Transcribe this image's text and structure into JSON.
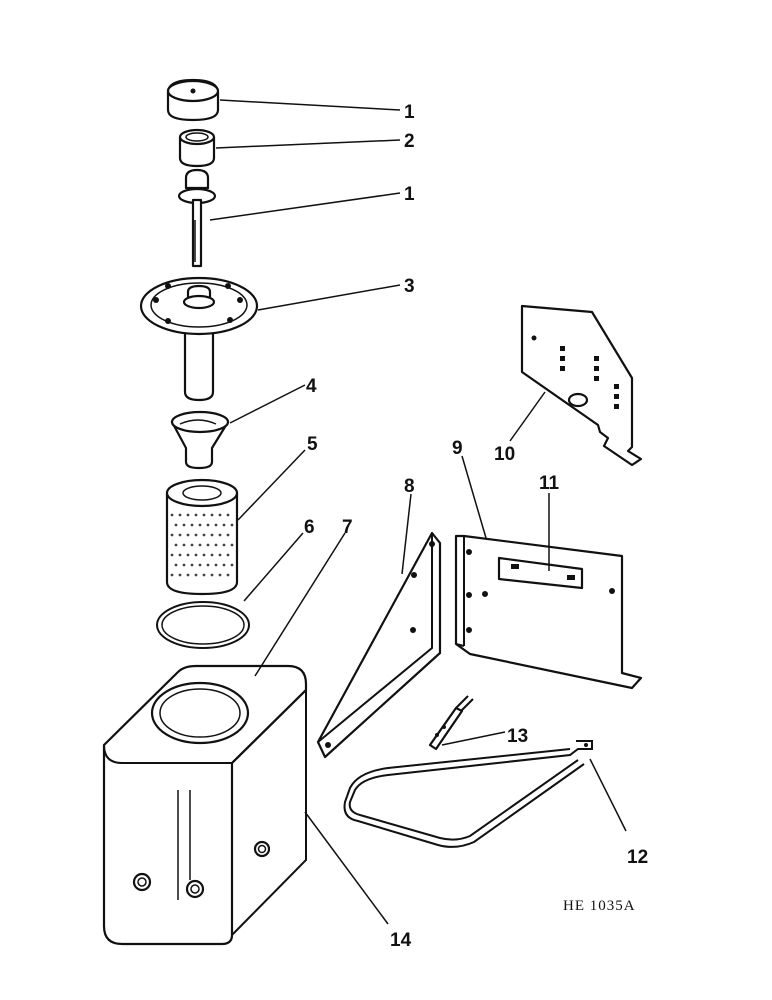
{
  "drawing": {
    "reference_code": "HE 1035A",
    "callouts": {
      "c1a": "1",
      "c2": "2",
      "c1b": "1",
      "c3": "3",
      "c4": "4",
      "c5": "5",
      "c6": "6",
      "c7": "7",
      "c8": "8",
      "c9": "9",
      "c10": "10",
      "c11": "11",
      "c12": "12",
      "c13": "13",
      "c14": "14"
    }
  }
}
